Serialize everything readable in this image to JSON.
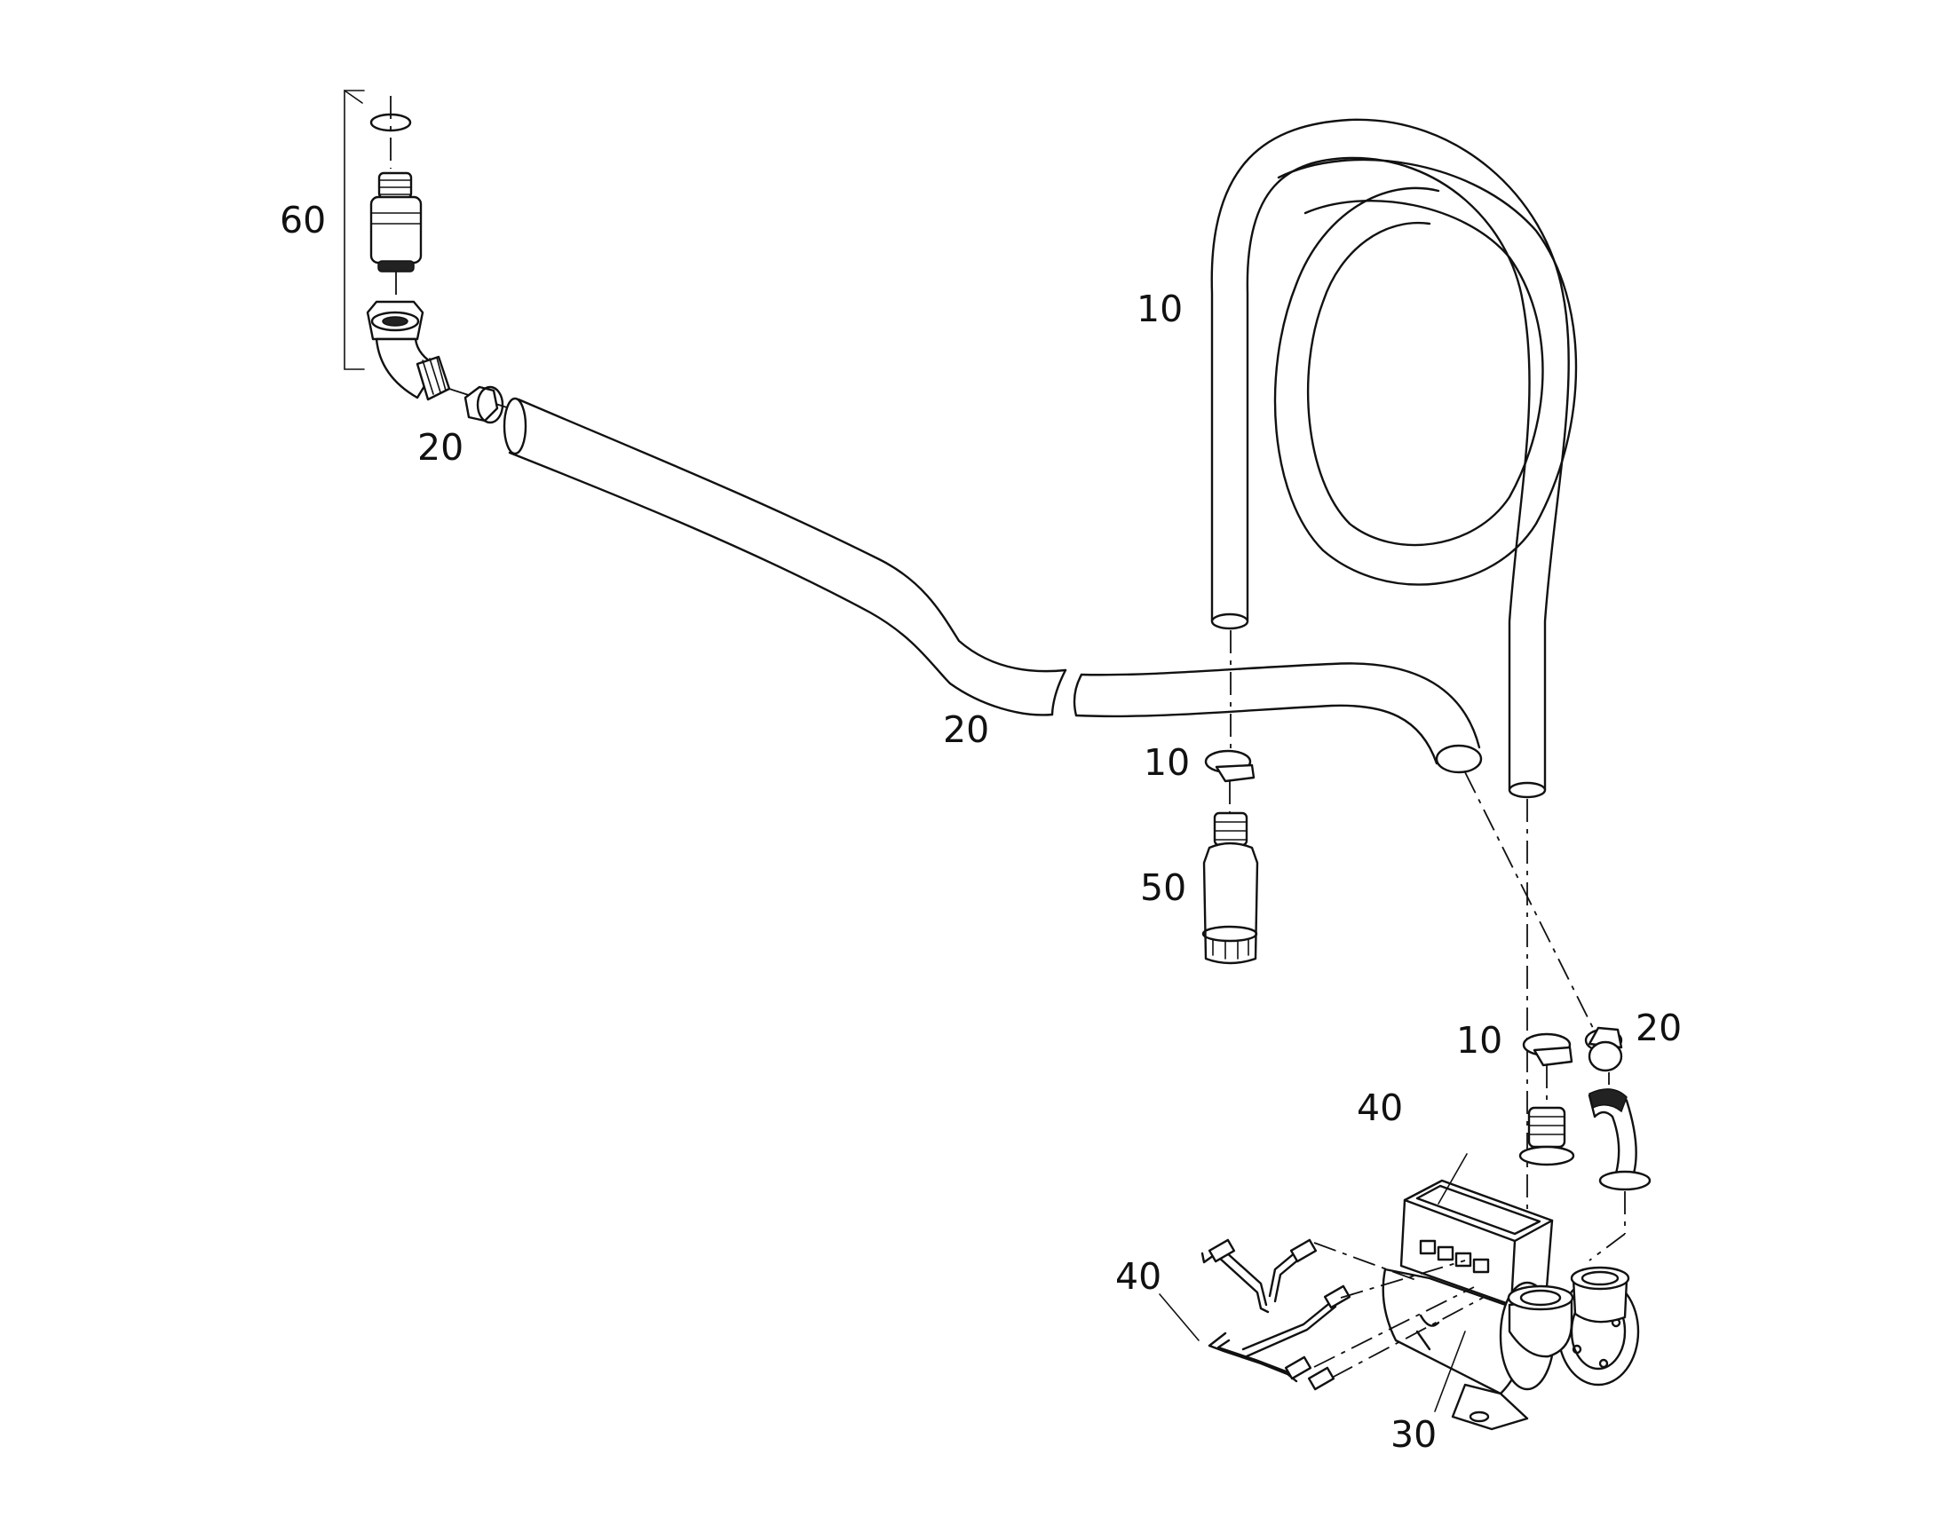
{
  "diagram": {
    "callouts": [
      {
        "id": "c60",
        "label": "60"
      },
      {
        "id": "c20-elbow",
        "label": "20"
      },
      {
        "id": "c10-hose",
        "label": "10"
      },
      {
        "id": "c20-hose",
        "label": "20"
      },
      {
        "id": "c10-clamp-mid",
        "label": "10"
      },
      {
        "id": "c50",
        "label": "50"
      },
      {
        "id": "c10-clamp-low",
        "label": "10"
      },
      {
        "id": "c20-clamp-low",
        "label": "20"
      },
      {
        "id": "c40-box",
        "label": "40"
      },
      {
        "id": "c40-harness",
        "label": "40"
      },
      {
        "id": "c30",
        "label": "30"
      }
    ]
  }
}
